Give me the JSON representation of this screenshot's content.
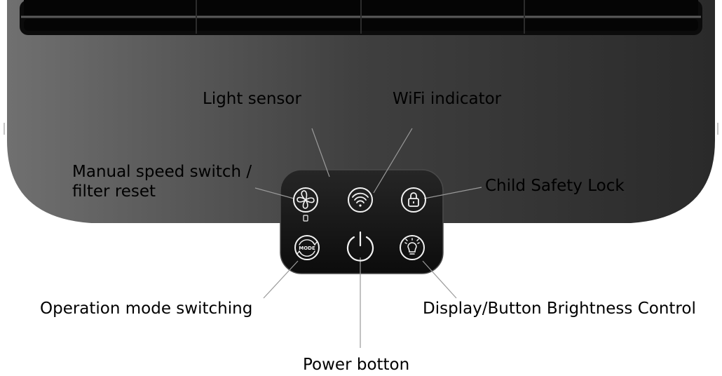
{
  "labels": {
    "light_sensor": "Light sensor",
    "wifi_indicator": "WiFi indicator",
    "manual_speed_line1": "Manual speed switch /",
    "manual_speed_line2": "filter reset",
    "child_safety_lock": "Child Safety Lock",
    "operation_mode": "Operation mode switching",
    "brightness_control": "Display/Button Brightness Control",
    "power_button": "Power botton"
  },
  "button_icons": {
    "mode_text": "MODE"
  },
  "colors": {
    "device_body": "#3e3e3e",
    "control_panel": "#121212",
    "icon_stroke": "#f2f2f2",
    "leader_line": "#9a9a9a",
    "label_text": "#000000"
  }
}
